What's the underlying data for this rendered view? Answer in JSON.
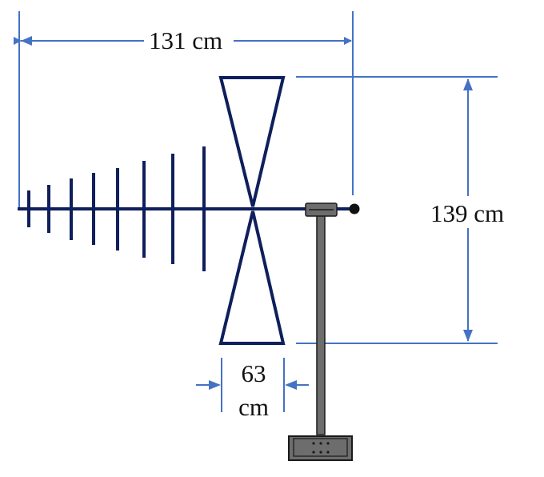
{
  "colors": {
    "antenna": "#0f1f5c",
    "dimension": "#4472c4",
    "mast": "#6d6d6d",
    "mast_dark": "#1a1a1a",
    "text": "#111111"
  },
  "dimensions": {
    "overall_length": "131 cm",
    "overall_height": "139 cm",
    "depth_value": "63",
    "depth_unit": "cm"
  },
  "elements": {
    "log_periodic_elements": 8,
    "bowtie_elements": 2
  }
}
